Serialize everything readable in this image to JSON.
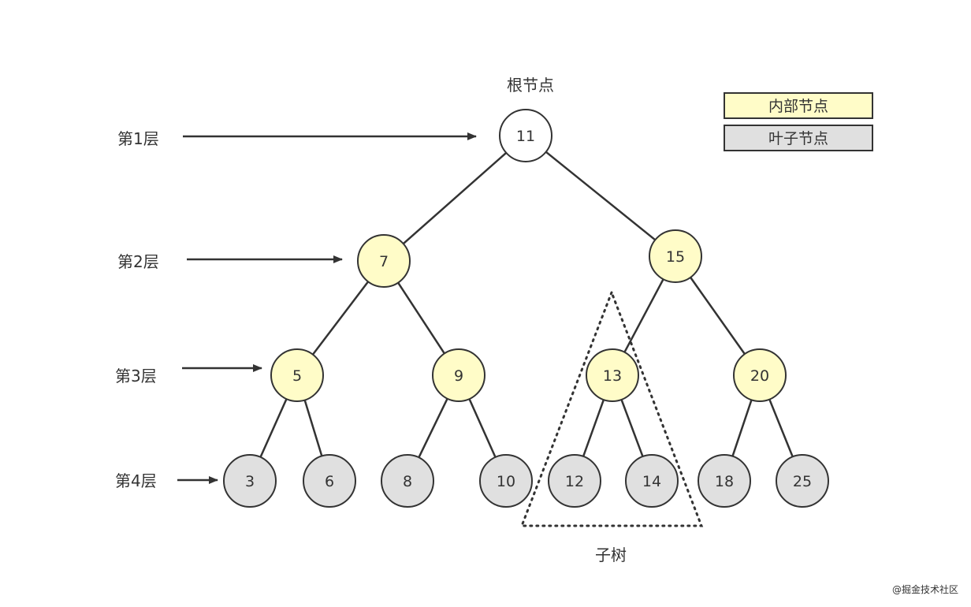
{
  "title": "根节点",
  "subtree_label": "子树",
  "watermark": "@掘金技术社区",
  "colors": {
    "root": "#ffffff",
    "internal": "#fffcc8",
    "leaf": "#e0e0e0",
    "stroke": "#333333"
  },
  "legend": [
    {
      "label": "内部节点",
      "kind": "internal"
    },
    {
      "label": "叶子节点",
      "kind": "leaf"
    }
  ],
  "levels": [
    {
      "label": "第1层"
    },
    {
      "label": "第2层"
    },
    {
      "label": "第3层"
    },
    {
      "label": "第4层"
    }
  ],
  "nodes": [
    {
      "id": "n11",
      "value": "11",
      "kind": "root",
      "level": 1
    },
    {
      "id": "n7",
      "value": "7",
      "kind": "internal",
      "level": 2,
      "parent": "n11"
    },
    {
      "id": "n15",
      "value": "15",
      "kind": "internal",
      "level": 2,
      "parent": "n11"
    },
    {
      "id": "n5",
      "value": "5",
      "kind": "internal",
      "level": 3,
      "parent": "n7"
    },
    {
      "id": "n9",
      "value": "9",
      "kind": "internal",
      "level": 3,
      "parent": "n7"
    },
    {
      "id": "n13",
      "value": "13",
      "kind": "internal",
      "level": 3,
      "parent": "n15"
    },
    {
      "id": "n20",
      "value": "20",
      "kind": "internal",
      "level": 3,
      "parent": "n15"
    },
    {
      "id": "n3",
      "value": "3",
      "kind": "leaf",
      "level": 4,
      "parent": "n5"
    },
    {
      "id": "n6",
      "value": "6",
      "kind": "leaf",
      "level": 4,
      "parent": "n5"
    },
    {
      "id": "n8",
      "value": "8",
      "kind": "leaf",
      "level": 4,
      "parent": "n9"
    },
    {
      "id": "n10",
      "value": "10",
      "kind": "leaf",
      "level": 4,
      "parent": "n9"
    },
    {
      "id": "n12",
      "value": "12",
      "kind": "leaf",
      "level": 4,
      "parent": "n13"
    },
    {
      "id": "n14",
      "value": "14",
      "kind": "leaf",
      "level": 4,
      "parent": "n13"
    },
    {
      "id": "n18",
      "value": "18",
      "kind": "leaf",
      "level": 4,
      "parent": "n20"
    },
    {
      "id": "n25",
      "value": "25",
      "kind": "leaf",
      "level": 4,
      "parent": "n20"
    }
  ]
}
